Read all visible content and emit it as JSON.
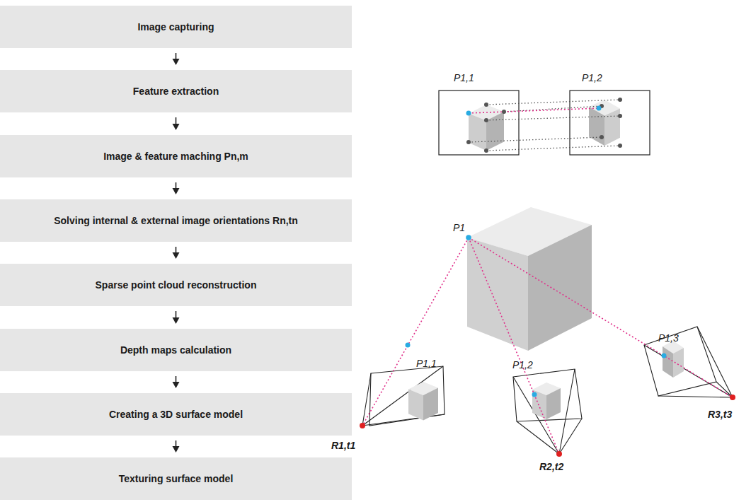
{
  "diagram": {
    "nodes": [
      {
        "text": [
          "Image capturing"
        ]
      },
      {
        "text": [
          "Feature extraction"
        ]
      },
      {
        "text": [
          "Image & feature maching Pn,m"
        ]
      },
      {
        "text": [
          "Solving internal & external image orientations Rn,tn"
        ]
      },
      {
        "text": [
          "Sparse point cloud reconstruction"
        ]
      },
      {
        "text": [
          "Depth maps calculation"
        ]
      },
      {
        "text": [
          "Creating a 3D surface model"
        ]
      },
      {
        "text": [
          "Texturing surface model"
        ]
      }
    ],
    "edges": [
      {
        "from": 0,
        "to": 1,
        "arrow": "to"
      },
      {
        "from": 1,
        "to": 2,
        "arrow": "to"
      },
      {
        "from": 2,
        "to": 3,
        "arrow": "to"
      },
      {
        "from": 3,
        "to": 4,
        "arrow": "to"
      },
      {
        "from": 4,
        "to": 5,
        "arrow": "to"
      },
      {
        "from": 5,
        "to": 6,
        "arrow": "to"
      },
      {
        "from": 6,
        "to": 7,
        "arrow": "to"
      }
    ],
    "labels": [
      "P1,1",
      "P1,2",
      "P1",
      "P1,1",
      "P1,2",
      "P1,3",
      "R1,t1",
      "R2,t2",
      "R3,t3"
    ]
  }
}
